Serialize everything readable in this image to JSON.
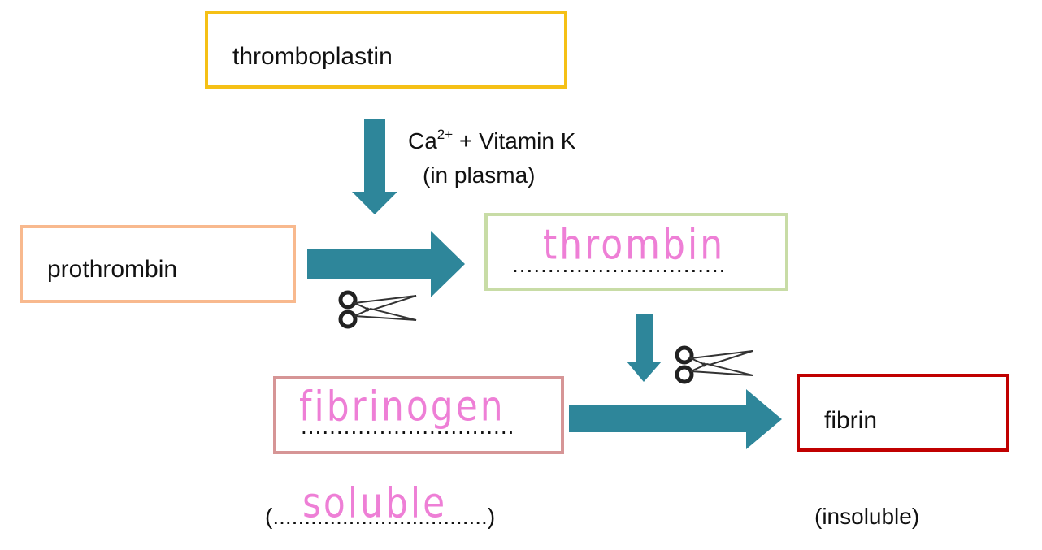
{
  "boxes": {
    "thromboplastin": {
      "label": "thromboplastin",
      "border_color": "#f5c016"
    },
    "prothrombin": {
      "label": "prothrombin",
      "border_color": "#f8b98e"
    },
    "thrombin": {
      "dots": "..............................",
      "handwritten": "thrombin",
      "border_color": "#c8dca6"
    },
    "fibrinogen": {
      "dots": "..............................",
      "handwritten": "fibrinogen",
      "border_color": "#d69596"
    },
    "fibrin": {
      "label": "fibrin",
      "border_color": "#c00000"
    }
  },
  "cofactor": {
    "line1_main": "Ca",
    "line1_sup": "2+",
    "line1_rest": " + Vitamin K",
    "line2": "(in plasma)"
  },
  "solubility": {
    "fibrinogen_open": "(",
    "fibrinogen_dots": "..................................",
    "fibrinogen_close": ")",
    "fibrinogen_handwritten": "soluble",
    "fibrin": "(insoluble)"
  },
  "icons": [
    "arrow-down-icon",
    "arrow-right-icon",
    "scissors-icon"
  ],
  "colors": {
    "arrow": "#2e869a",
    "handwriting": "#ee7fd6"
  }
}
